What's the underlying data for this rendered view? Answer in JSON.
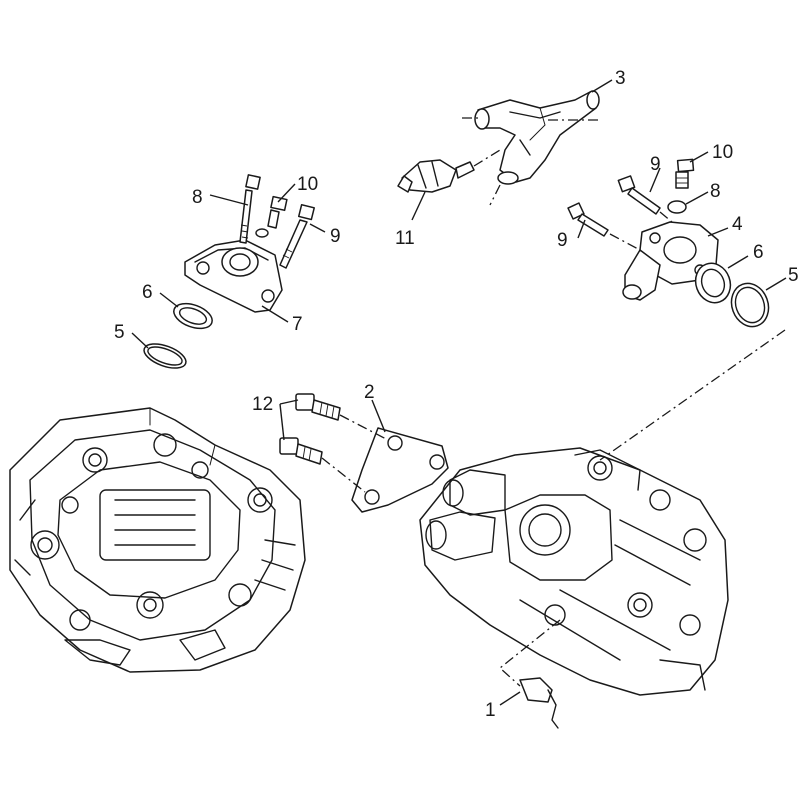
{
  "diagram": {
    "callouts": [
      {
        "id": "c1",
        "label": "1"
      },
      {
        "id": "c2",
        "label": "2"
      },
      {
        "id": "c3",
        "label": "3"
      },
      {
        "id": "c4",
        "label": "4"
      },
      {
        "id": "c5a",
        "label": "5"
      },
      {
        "id": "c5b",
        "label": "5"
      },
      {
        "id": "c6a",
        "label": "6"
      },
      {
        "id": "c6b",
        "label": "6"
      },
      {
        "id": "c7",
        "label": "7"
      },
      {
        "id": "c8a",
        "label": "8"
      },
      {
        "id": "c8b",
        "label": "8"
      },
      {
        "id": "c9a",
        "label": "9"
      },
      {
        "id": "c9b",
        "label": "9"
      },
      {
        "id": "c9c",
        "label": "9"
      },
      {
        "id": "c10a",
        "label": "10"
      },
      {
        "id": "c10b",
        "label": "10"
      },
      {
        "id": "c11",
        "label": "11"
      },
      {
        "id": "c12",
        "label": "12"
      }
    ]
  }
}
